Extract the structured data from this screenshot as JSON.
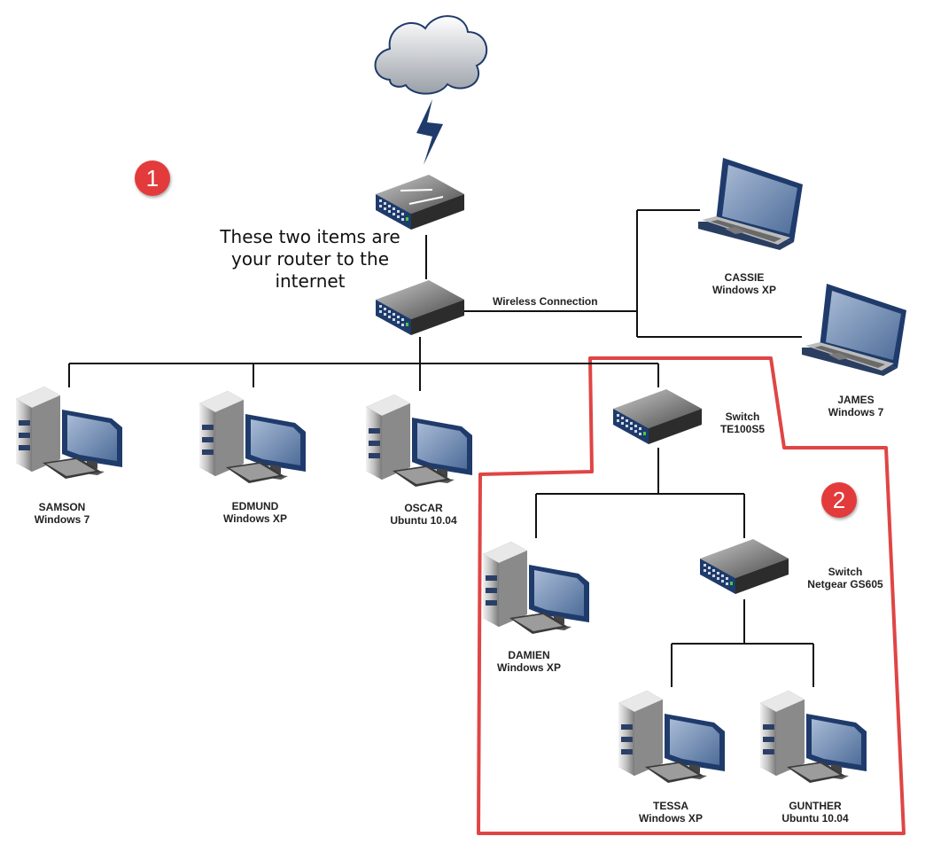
{
  "annotations": {
    "badge_1": "1",
    "badge_2": "2",
    "router_note_lines": [
      "These two items are",
      "your router to the",
      "internet"
    ]
  },
  "connections": {
    "wireless_label": "Wireless Connection"
  },
  "devices": {
    "samson": {
      "name": "SAMSON",
      "os": "Windows 7"
    },
    "edmund": {
      "name": "EDMUND",
      "os": "Windows XP"
    },
    "oscar": {
      "name": "OSCAR",
      "os": "Ubuntu 10.04"
    },
    "cassie": {
      "name": "CASSIE",
      "os": "Windows XP"
    },
    "james": {
      "name": "JAMES",
      "os": "Windows 7"
    },
    "damien": {
      "name": "DAMIEN",
      "os": "Windows XP"
    },
    "tessa": {
      "name": "TESSA",
      "os": "Windows XP"
    },
    "gunther": {
      "name": "GUNTHER",
      "os": "Ubuntu 10.04"
    }
  },
  "switches": {
    "switch_1": {
      "line1": "Switch",
      "line2": "TE100S5"
    },
    "switch_2": {
      "line1": "Switch",
      "line2": "Netgear GS605"
    }
  },
  "colors": {
    "highlight": "#e04545",
    "badge": "#e33b3b",
    "device_blue": "#1f3b6b",
    "line": "#111111"
  }
}
